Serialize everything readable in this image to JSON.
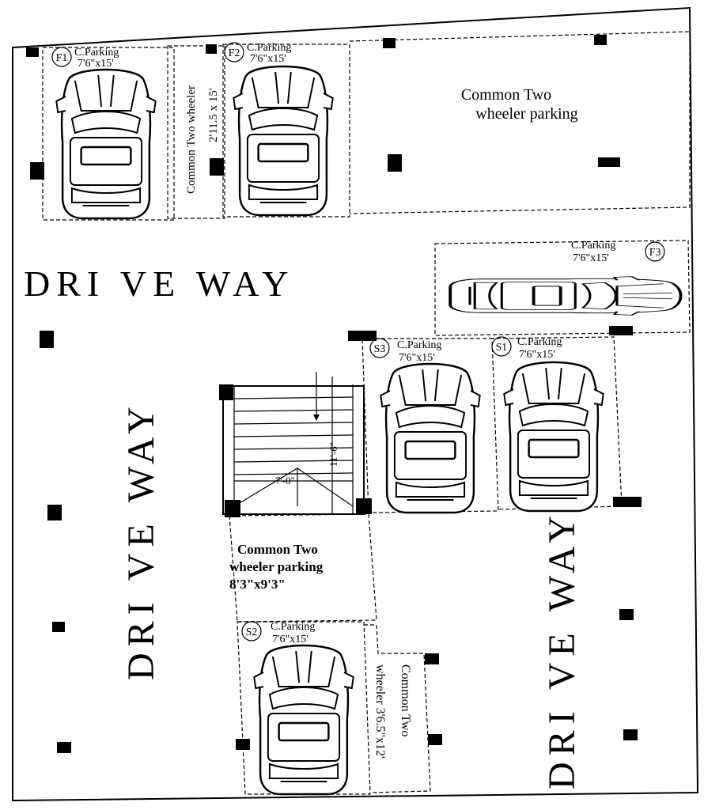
{
  "spots": {
    "f1": {
      "code": "F1",
      "label": "C.Parking",
      "size": "7'6\"x15'"
    },
    "f2": {
      "code": "F2",
      "label": "C.Parking",
      "size": "7'6\"x15'"
    },
    "f3": {
      "code": "F3",
      "label": "C.Parking",
      "size": "7'6\"x15'"
    },
    "s1": {
      "code": "S1",
      "label": "C.Parking",
      "size": "7'6\"x15'"
    },
    "s2": {
      "code": "S2",
      "label": "C.Parking",
      "size": "7'6\"x15'"
    },
    "s3": {
      "code": "S3",
      "label": "C.Parking",
      "size": "7'6\"x15'"
    }
  },
  "two_wheeler": {
    "top_right_line1": "Common Two",
    "top_right_line2": "wheeler parking",
    "strip_top_line1": "Common Two wheeler",
    "strip_top_line2": "2'11.5 x 15'",
    "mid_line1": "Common Two",
    "mid_line2": "wheeler parking",
    "mid_size": "8'3\"x9'3\"",
    "bottom_line1": "Common Two",
    "bottom_line2": "wheeler 3'6.5\"x12'"
  },
  "driveway": {
    "top": "DRI VE WAY",
    "left": "DRI VE WAY",
    "right": "DRI VE WAY"
  },
  "stair": {
    "width": "7'-0\"",
    "length": "11'-6\""
  }
}
